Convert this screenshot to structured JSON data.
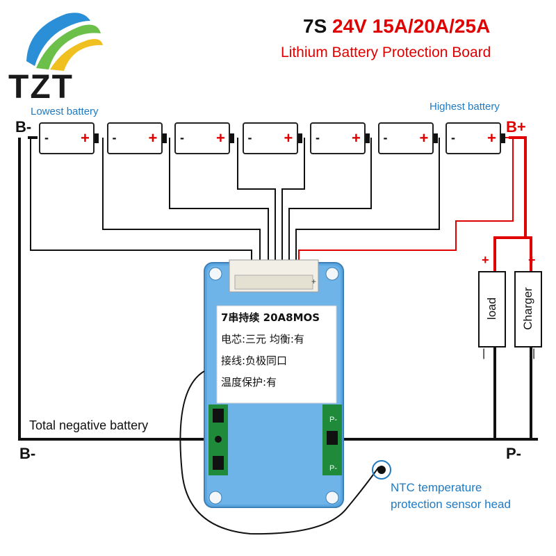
{
  "brand": {
    "logo_text": "TZT"
  },
  "header": {
    "cells": "7S",
    "voltage": "24V",
    "current": "15A/20A/25A",
    "subtitle": "Lithium Battery Protection Board"
  },
  "labels": {
    "lowest": "Lowest battery",
    "highest": "Highest battery",
    "b_minus_top": "B-",
    "b_plus_top": "B+",
    "total_negative": "Total negative battery",
    "b_minus_bottom": "B-",
    "p_minus_bottom": "P-",
    "ntc": [
      "NTC temperature",
      "protection sensor head"
    ]
  },
  "battery": {
    "neg": "-",
    "pos": "+"
  },
  "boxes": {
    "load": {
      "label": "load",
      "plus": "+",
      "minus": "|"
    },
    "charger": {
      "label": "Charger",
      "plus": "+",
      "minus": "|"
    }
  },
  "sticker": {
    "lines": [
      "7串持续 20A8MOS",
      "电芯:三元 均衡:有",
      "接线:负极同口",
      "温度保护:有"
    ]
  },
  "board": {
    "pads_right": [
      "P-",
      "P-"
    ],
    "connector_mark": "+"
  },
  "colors": {
    "red": "#e00000",
    "blue": "#1f7ac4",
    "board": "#5aa6e0",
    "pcb": "#1e8a3a"
  }
}
